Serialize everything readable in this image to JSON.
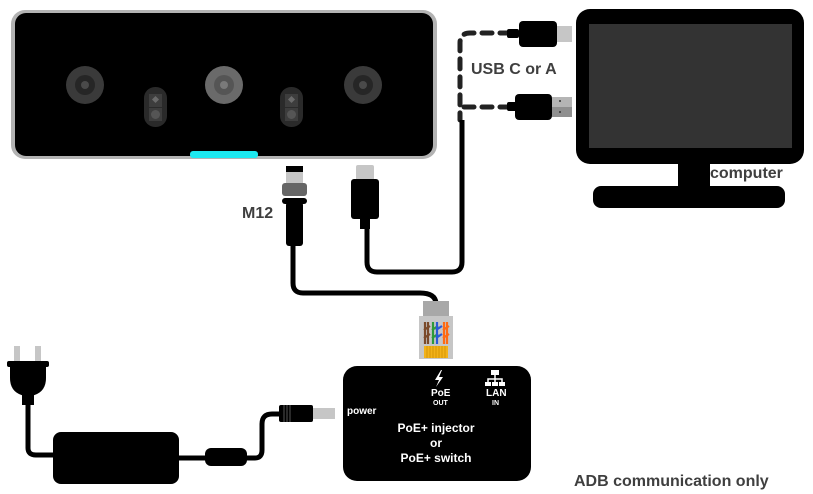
{
  "labels": {
    "usb": "USB C or A",
    "computer": "computer",
    "m12": "M12",
    "power": "power",
    "poe_out_title": "PoE",
    "poe_out_sub": "OUT",
    "lan_title": "LAN",
    "lan_sub": "IN",
    "injector_line1": "PoE+ injector",
    "injector_line2": "or",
    "injector_line3": "PoE+ switch",
    "footer": "ADB communication only"
  },
  "colors": {
    "camera_body": "#000000",
    "camera_frame": "#b3b3b3",
    "status_led": "#1de9f0",
    "screen": "#333333",
    "label_text": "#3f3f3f",
    "rj45_wires": [
      "#7a4a2a",
      "#2e9a3a",
      "#2a5bd6",
      "#ff6a13"
    ],
    "rj45_pins": "#f2b21a"
  },
  "icons": {
    "poe_out": "lightning-icon",
    "lan_in": "network-icon"
  }
}
